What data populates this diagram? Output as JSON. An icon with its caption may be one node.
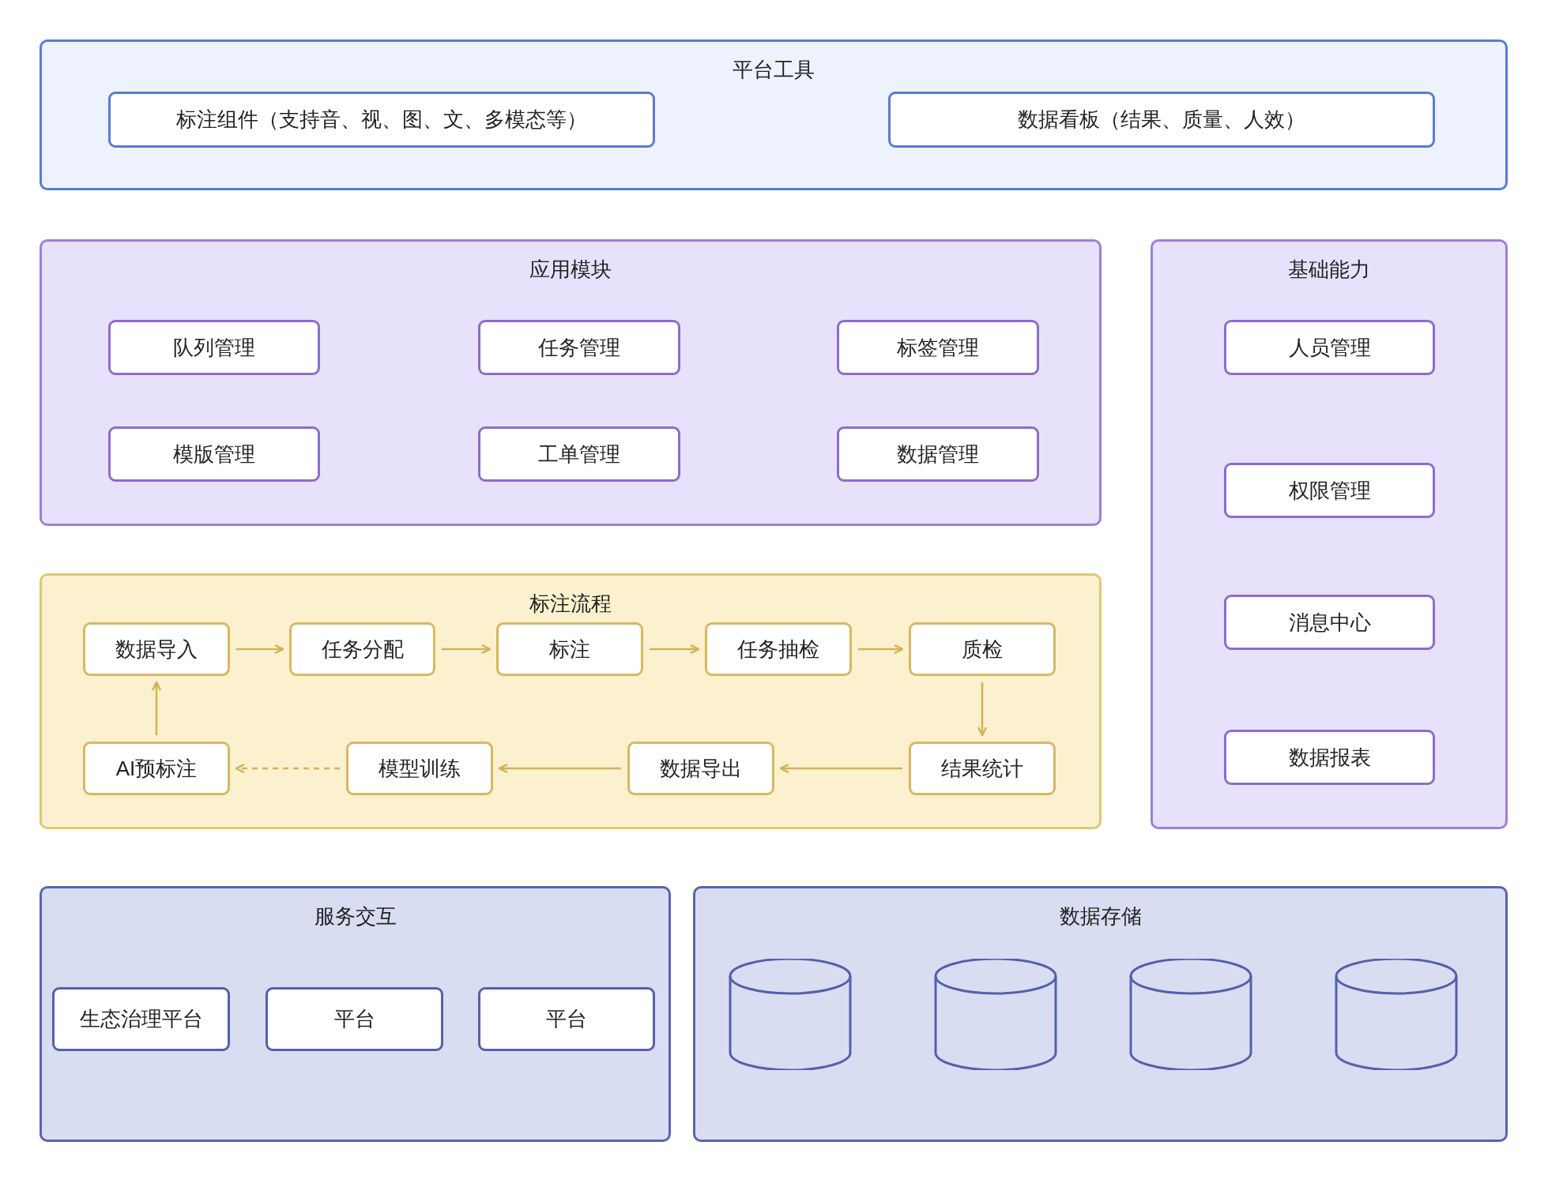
{
  "diagram": {
    "nodes": [
      {
        "text": [
          "平台工具"
        ]
      },
      {
        "text": [
          "标注组件（支持音、视、图、文、多模态等）"
        ],
        "in": 0
      },
      {
        "text": [
          "数据看板（结果、质量、人效）"
        ],
        "in": 0
      },
      {
        "text": [
          "应用模块"
        ]
      },
      {
        "text": [
          "队列管理"
        ],
        "in": 3
      },
      {
        "text": [
          "任务管理"
        ],
        "in": 3
      },
      {
        "text": [
          "标签管理"
        ],
        "in": 3
      },
      {
        "text": [
          "模版管理"
        ],
        "in": 3
      },
      {
        "text": [
          "工单管理"
        ],
        "in": 3
      },
      {
        "text": [
          "数据管理"
        ],
        "in": 3
      },
      {
        "text": [
          "基础能力"
        ]
      },
      {
        "text": [
          "人员管理"
        ],
        "in": 10
      },
      {
        "text": [
          "权限管理"
        ],
        "in": 10
      },
      {
        "text": [
          "消息中心"
        ],
        "in": 10
      },
      {
        "text": [
          "数据报表"
        ],
        "in": 10
      },
      {
        "text": [
          "标注流程"
        ]
      },
      {
        "text": [
          "数据导入"
        ],
        "in": 15
      },
      {
        "text": [
          "任务分配"
        ],
        "in": 15
      },
      {
        "text": [
          "标注"
        ],
        "in": 15
      },
      {
        "text": [
          "任务抽检"
        ],
        "in": 15
      },
      {
        "text": [
          "质检"
        ],
        "in": 15
      },
      {
        "text": [
          "AI预标注"
        ],
        "in": 15
      },
      {
        "text": [
          "模型训练"
        ],
        "in": 15
      },
      {
        "text": [
          "数据导出"
        ],
        "in": 15
      },
      {
        "text": [
          "结果统计"
        ],
        "in": 15
      },
      {
        "text": [
          "服务交互"
        ]
      },
      {
        "text": [
          "生态治理平台"
        ],
        "in": 25
      },
      {
        "text": [
          "平台"
        ],
        "in": 25
      },
      {
        "text": [
          "平台"
        ],
        "in": 25
      },
      {
        "text": [
          "数据存储"
        ]
      },
      {
        "text": [],
        "shape": "cylinder",
        "in": 29
      },
      {
        "text": [],
        "shape": "cylinder",
        "in": 29
      },
      {
        "text": [],
        "shape": "cylinder",
        "in": 29
      },
      {
        "text": [],
        "shape": "cylinder",
        "in": 29
      }
    ],
    "edges": [
      {
        "from": 16,
        "to": 17,
        "arrow": "to"
      },
      {
        "from": 17,
        "to": 18,
        "arrow": "to"
      },
      {
        "from": 18,
        "to": 19,
        "arrow": "to"
      },
      {
        "from": 19,
        "to": 20,
        "arrow": "to"
      },
      {
        "from": 20,
        "to": 24,
        "arrow": "to"
      },
      {
        "from": 24,
        "to": 23,
        "arrow": "to"
      },
      {
        "from": 23,
        "to": 22,
        "arrow": "to"
      },
      {
        "from": 22,
        "to": 21,
        "arrow": "to",
        "style": "dashed"
      },
      {
        "from": 21,
        "to": 16,
        "arrow": "to"
      }
    ]
  }
}
